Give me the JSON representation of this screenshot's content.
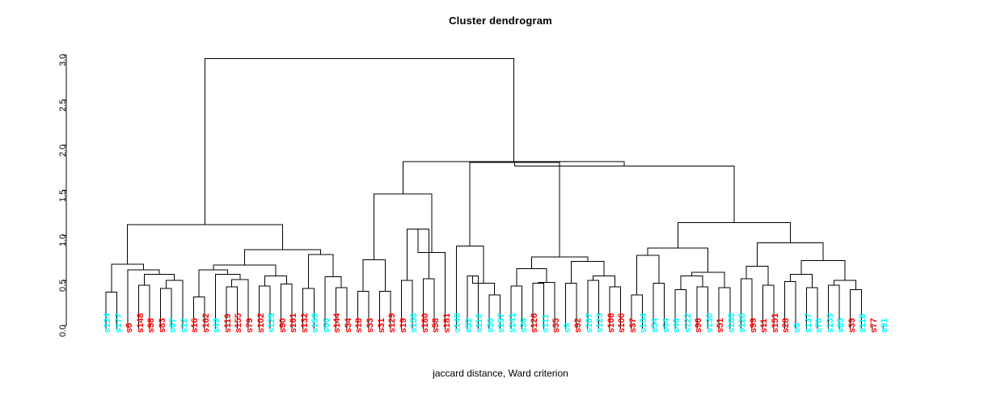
{
  "chart_data": {
    "type": "dendrogram",
    "title": "Cluster dendrogram",
    "xlabel": "jaccard distance, Ward criterion",
    "ylabel": "",
    "ylim": [
      0.0,
      3.0
    ],
    "yticks": [
      "0.0",
      "0.5",
      "1.0",
      "1.5",
      "2.0",
      "2.5",
      "3.0"
    ],
    "ytick_values": [
      0.0,
      0.5,
      1.0,
      1.5,
      2.0,
      2.5,
      3.0
    ],
    "grid": false,
    "legend": "none",
    "label_colors": {
      "cyan": "#00ffff",
      "red": "#ff0000"
    },
    "n_leaves": 76,
    "leaves": [
      {
        "label": "s124",
        "color": "cyan"
      },
      {
        "label": "s177",
        "color": "cyan"
      },
      {
        "label": "s6",
        "color": "red"
      },
      {
        "label": "s148",
        "color": "red"
      },
      {
        "label": "s98",
        "color": "red"
      },
      {
        "label": "s83",
        "color": "red"
      },
      {
        "label": "s67",
        "color": "cyan"
      },
      {
        "label": "s12",
        "color": "cyan"
      },
      {
        "label": "s16",
        "color": "red"
      },
      {
        "label": "s162",
        "color": "red"
      },
      {
        "label": "s49",
        "color": "cyan"
      },
      {
        "label": "s119",
        "color": "red"
      },
      {
        "label": "s155",
        "color": "red"
      },
      {
        "label": "s79",
        "color": "red"
      },
      {
        "label": "s102",
        "color": "red"
      },
      {
        "label": "s125",
        "color": "cyan"
      },
      {
        "label": "s90",
        "color": "red"
      },
      {
        "label": "s161",
        "color": "red"
      },
      {
        "label": "s132",
        "color": "red"
      },
      {
        "label": "s159",
        "color": "cyan"
      },
      {
        "label": "s66",
        "color": "cyan"
      },
      {
        "label": "s144",
        "color": "red"
      },
      {
        "label": "s34",
        "color": "red"
      },
      {
        "label": "s18",
        "color": "red"
      },
      {
        "label": "s33",
        "color": "red"
      },
      {
        "label": "s31",
        "color": "red"
      },
      {
        "label": "s129",
        "color": "red"
      },
      {
        "label": "s19",
        "color": "red"
      },
      {
        "label": "s158",
        "color": "cyan"
      },
      {
        "label": "s180",
        "color": "red"
      },
      {
        "label": "s58",
        "color": "red"
      },
      {
        "label": "s181",
        "color": "red"
      },
      {
        "label": "s140",
        "color": "cyan"
      },
      {
        "label": "s52",
        "color": "cyan"
      },
      {
        "label": "s110",
        "color": "cyan"
      },
      {
        "label": "s30",
        "color": "cyan"
      },
      {
        "label": "s157",
        "color": "cyan"
      },
      {
        "label": "s141",
        "color": "cyan"
      },
      {
        "label": "s36",
        "color": "cyan"
      },
      {
        "label": "s126",
        "color": "red"
      },
      {
        "label": "s111",
        "color": "cyan"
      },
      {
        "label": "s35",
        "color": "red"
      },
      {
        "label": "s9",
        "color": "cyan"
      },
      {
        "label": "s92",
        "color": "red"
      },
      {
        "label": "s107",
        "color": "cyan"
      },
      {
        "label": "s123",
        "color": "cyan"
      },
      {
        "label": "s166",
        "color": "red"
      },
      {
        "label": "s100",
        "color": "red"
      },
      {
        "label": "s37",
        "color": "red"
      },
      {
        "label": "s104",
        "color": "cyan"
      },
      {
        "label": "s54",
        "color": "cyan"
      },
      {
        "label": "s64",
        "color": "cyan"
      },
      {
        "label": "s40",
        "color": "cyan"
      },
      {
        "label": "s122",
        "color": "cyan"
      },
      {
        "label": "s96",
        "color": "red"
      },
      {
        "label": "s130",
        "color": "cyan"
      },
      {
        "label": "s51",
        "color": "red"
      },
      {
        "label": "s188",
        "color": "cyan"
      },
      {
        "label": "s128",
        "color": "cyan"
      },
      {
        "label": "s99",
        "color": "red"
      },
      {
        "label": "s11",
        "color": "red"
      },
      {
        "label": "s151",
        "color": "red"
      },
      {
        "label": "s28",
        "color": "red"
      },
      {
        "label": "s3",
        "color": "cyan"
      },
      {
        "label": "s137",
        "color": "cyan"
      },
      {
        "label": "s70",
        "color": "cyan"
      },
      {
        "label": "s139",
        "color": "cyan"
      },
      {
        "label": "s85",
        "color": "cyan"
      },
      {
        "label": "s39",
        "color": "red"
      },
      {
        "label": "s118",
        "color": "cyan"
      },
      {
        "label": "s77",
        "color": "red"
      },
      {
        "label": "s91",
        "color": "cyan"
      }
    ],
    "merges": [
      {
        "id": "m1",
        "left": {
          "leaf": 0
        },
        "right": {
          "leaf": 1
        },
        "height": 0.37
      },
      {
        "id": "m2",
        "left": {
          "leaf": 3
        },
        "right": {
          "leaf": 4
        },
        "height": 0.45
      },
      {
        "id": "m3",
        "left": {
          "leaf": 5
        },
        "right": {
          "leaf": 6
        },
        "height": 0.41
      },
      {
        "id": "m4",
        "left": {
          "node": "m3"
        },
        "right": {
          "leaf": 7
        },
        "height": 0.5
      },
      {
        "id": "m5",
        "left": {
          "node": "m2"
        },
        "right": {
          "node": "m4"
        },
        "height": 0.57
      },
      {
        "id": "m6",
        "left": {
          "leaf": 2
        },
        "right": {
          "node": "m5"
        },
        "height": 0.62
      },
      {
        "id": "m7",
        "left": {
          "node": "m1"
        },
        "right": {
          "node": "m6"
        },
        "height": 0.68
      },
      {
        "id": "m8",
        "left": {
          "leaf": 8
        },
        "right": {
          "leaf": 9
        },
        "height": 0.32
      },
      {
        "id": "m9",
        "left": {
          "leaf": 11
        },
        "right": {
          "leaf": 12
        },
        "height": 0.43
      },
      {
        "id": "m10",
        "left": {
          "node": "m9"
        },
        "right": {
          "leaf": 13
        },
        "height": 0.51
      },
      {
        "id": "m11",
        "left": {
          "leaf": 10
        },
        "right": {
          "node": "m10"
        },
        "height": 0.57
      },
      {
        "id": "m12",
        "left": {
          "node": "m8"
        },
        "right": {
          "node": "m11"
        },
        "height": 0.62
      },
      {
        "id": "m13",
        "left": {
          "leaf": 14
        },
        "right": {
          "leaf": 15
        },
        "height": 0.44
      },
      {
        "id": "m14",
        "left": {
          "leaf": 16
        },
        "right": {
          "leaf": 17
        },
        "height": 0.46
      },
      {
        "id": "m15",
        "left": {
          "node": "m13"
        },
        "right": {
          "node": "m14"
        },
        "height": 0.55
      },
      {
        "id": "m16",
        "left": {
          "node": "m12"
        },
        "right": {
          "node": "m15"
        },
        "height": 0.67
      },
      {
        "id": "m17",
        "left": {
          "leaf": 18
        },
        "right": {
          "leaf": 19
        },
        "height": 0.41
      },
      {
        "id": "m18",
        "left": {
          "leaf": 21
        },
        "right": {
          "leaf": 22
        },
        "height": 0.42
      },
      {
        "id": "m19",
        "left": {
          "leaf": 20
        },
        "right": {
          "node": "m18"
        },
        "height": 0.54
      },
      {
        "id": "m20",
        "left": {
          "node": "m17"
        },
        "right": {
          "node": "m19"
        },
        "height": 0.79
      },
      {
        "id": "m21",
        "left": {
          "node": "m16"
        },
        "right": {
          "node": "m20"
        },
        "height": 0.84
      },
      {
        "id": "m22",
        "left": {
          "node": "m7"
        },
        "right": {
          "node": "m21"
        },
        "height": 1.12
      },
      {
        "id": "m23",
        "left": {
          "leaf": 23
        },
        "right": {
          "leaf": 24
        },
        "height": 0.38
      },
      {
        "id": "m24",
        "left": {
          "leaf": 25
        },
        "right": {
          "leaf": 26
        },
        "height": 0.38
      },
      {
        "id": "m25",
        "left": {
          "node": "m23"
        },
        "right": {
          "node": "m24"
        },
        "height": 0.73
      },
      {
        "id": "m26",
        "left": {
          "leaf": 27
        },
        "right": {
          "leaf": 28
        },
        "height": 0.5
      },
      {
        "id": "m27",
        "left": {
          "leaf": 29
        },
        "right": {
          "leaf": 30
        },
        "height": 0.52
      },
      {
        "id": "m28",
        "left": {
          "node": "m26"
        },
        "right": {
          "node": "m27"
        },
        "height": 1.07
      },
      {
        "id": "m29",
        "left": {
          "node": "m28"
        },
        "right": {
          "leaf": 31
        },
        "height": 0.81
      },
      {
        "id": "m30",
        "left": {
          "node": "m25"
        },
        "right": {
          "node": "m29"
        },
        "height": 1.46
      },
      {
        "id": "m31",
        "left": {
          "leaf": 33
        },
        "right": {
          "leaf": 34
        },
        "height": 0.55
      },
      {
        "id": "m32",
        "left": {
          "leaf": 35
        },
        "right": {
          "leaf": 36
        },
        "height": 0.34
      },
      {
        "id": "m33",
        "left": {
          "node": "m31"
        },
        "right": {
          "node": "m32"
        },
        "height": 0.47
      },
      {
        "id": "m34",
        "left": {
          "leaf": 32
        },
        "right": {
          "node": "m33"
        },
        "height": 0.88
      },
      {
        "id": "m35",
        "left": {
          "leaf": 37
        },
        "right": {
          "leaf": 38
        },
        "height": 0.44
      },
      {
        "id": "m36",
        "left": {
          "leaf": 39
        },
        "right": {
          "leaf": 40
        },
        "height": 0.47
      },
      {
        "id": "m37",
        "left": {
          "node": "m36"
        },
        "right": {
          "leaf": 41
        },
        "height": 0.48
      },
      {
        "id": "m38",
        "left": {
          "node": "m35"
        },
        "right": {
          "node": "m37"
        },
        "height": 0.63
      },
      {
        "id": "m39",
        "left": {
          "leaf": 42
        },
        "right": {
          "leaf": 43
        },
        "height": 0.47
      },
      {
        "id": "m40",
        "left": {
          "leaf": 44
        },
        "right": {
          "leaf": 45
        },
        "height": 0.5
      },
      {
        "id": "m41",
        "left": {
          "leaf": 46
        },
        "right": {
          "leaf": 47
        },
        "height": 0.43
      },
      {
        "id": "m42",
        "left": {
          "node": "m40"
        },
        "right": {
          "node": "m41"
        },
        "height": 0.55
      },
      {
        "id": "m43",
        "left": {
          "node": "m39"
        },
        "right": {
          "node": "m42"
        },
        "height": 0.71
      },
      {
        "id": "m44",
        "left": {
          "node": "m38"
        },
        "right": {
          "node": "m43"
        },
        "height": 0.76
      },
      {
        "id": "m45",
        "left": {
          "node": "m34"
        },
        "right": {
          "node": "m44"
        },
        "height": 1.81
      },
      {
        "id": "m46",
        "left": {
          "leaf": 48
        },
        "right": {
          "leaf": 49
        },
        "height": 0.34
      },
      {
        "id": "m47",
        "left": {
          "leaf": 50
        },
        "right": {
          "leaf": 51
        },
        "height": 0.47
      },
      {
        "id": "m48",
        "left": {
          "node": "m46"
        },
        "right": {
          "node": "m47"
        },
        "height": 0.78
      },
      {
        "id": "m49",
        "left": {
          "leaf": 52
        },
        "right": {
          "leaf": 53
        },
        "height": 0.4
      },
      {
        "id": "m50",
        "left": {
          "leaf": 54
        },
        "right": {
          "leaf": 55
        },
        "height": 0.43
      },
      {
        "id": "m51",
        "left": {
          "node": "m49"
        },
        "right": {
          "node": "m50"
        },
        "height": 0.55
      },
      {
        "id": "m52",
        "left": {
          "leaf": 56
        },
        "right": {
          "leaf": 57
        },
        "height": 0.42
      },
      {
        "id": "m53",
        "left": {
          "node": "m51"
        },
        "right": {
          "node": "m52"
        },
        "height": 0.59
      },
      {
        "id": "m54",
        "left": {
          "node": "m48"
        },
        "right": {
          "node": "m53"
        },
        "height": 0.86
      },
      {
        "id": "m55",
        "left": {
          "leaf": 58
        },
        "right": {
          "leaf": 59
        },
        "height": 0.52
      },
      {
        "id": "m56",
        "left": {
          "leaf": 60
        },
        "right": {
          "leaf": 61
        },
        "height": 0.45
      },
      {
        "id": "m57",
        "left": {
          "node": "m55"
        },
        "right": {
          "node": "m56"
        },
        "height": 0.66
      },
      {
        "id": "m58",
        "left": {
          "leaf": 62
        },
        "right": {
          "leaf": 63
        },
        "height": 0.49
      },
      {
        "id": "m59",
        "left": {
          "leaf": 64
        },
        "right": {
          "leaf": 65
        },
        "height": 0.42
      },
      {
        "id": "m60",
        "left": {
          "node": "m58"
        },
        "right": {
          "node": "m59"
        },
        "height": 0.57
      },
      {
        "id": "m61",
        "left": {
          "leaf": 66
        },
        "right": {
          "leaf": 67
        },
        "height": 0.45
      },
      {
        "id": "m62",
        "left": {
          "leaf": 68
        },
        "right": {
          "leaf": 69
        },
        "height": 0.4
      },
      {
        "id": "m63",
        "left": {
          "node": "m61"
        },
        "right": {
          "node": "m62"
        },
        "height": 0.5
      },
      {
        "id": "m64",
        "left": {
          "node": "m60"
        },
        "right": {
          "node": "m63"
        },
        "height": 0.72
      },
      {
        "id": "m65",
        "left": {
          "node": "m57"
        },
        "right": {
          "node": "m64"
        },
        "height": 0.92
      },
      {
        "id": "m66",
        "left": {
          "node": "m54"
        },
        "right": {
          "node": "m65"
        },
        "height": 1.14
      },
      {
        "id": "m67",
        "left": {
          "node": "m45"
        },
        "right": {
          "node": "m66"
        },
        "height": 1.77
      },
      {
        "id": "m68",
        "left": {
          "node": "m30"
        },
        "right": {
          "node": "m67"
        },
        "height": 1.82
      },
      {
        "id": "m69",
        "left": {
          "node": "m22"
        },
        "right": {
          "node": "m68"
        },
        "height": 2.96
      }
    ]
  },
  "axis": {
    "y_tick_labels": [
      "0.0",
      "0.5",
      "1.0",
      "1.5",
      "2.0",
      "2.5",
      "3.0"
    ]
  }
}
